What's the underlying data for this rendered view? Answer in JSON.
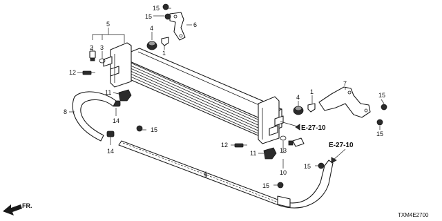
{
  "callouts": {
    "c1a": "1",
    "c1b": "1",
    "c2": "2",
    "c3": "3",
    "c4a": "4",
    "c4b": "4",
    "c5": "5",
    "c6": "6",
    "c7": "7",
    "c8": "8",
    "c9": "9",
    "c10": "10",
    "c11a": "11",
    "c11b": "11",
    "c12a": "12",
    "c12b": "12",
    "c13": "13",
    "c14a": "14",
    "c14b": "14",
    "c15a": "15",
    "c15b": "15",
    "c15c": "15",
    "c15d": "15",
    "c15e": "15",
    "c15f": "15",
    "c15g": "15"
  },
  "references": {
    "ref_a": "E-27-10",
    "ref_b": "E-27-10"
  },
  "direction_label": "FR.",
  "diagram_code": "TXM4E2700"
}
